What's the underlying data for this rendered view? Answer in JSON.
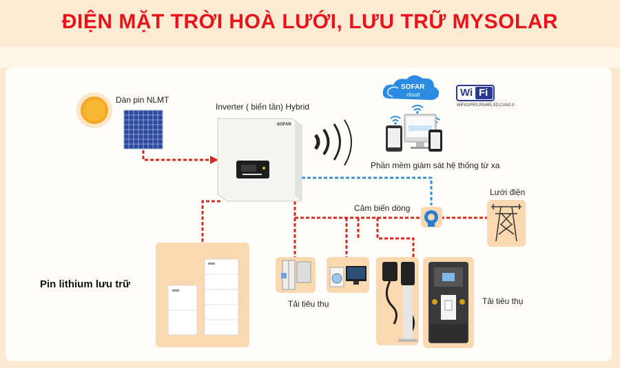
{
  "title": "ĐIỆN MẶT TRỜI HOÀ LƯỚI, LƯU TRỮ MYSOLAR",
  "labels": {
    "solar_panel": "Dàn pin NLMT",
    "inverter": "Inverter ( biến tần) Hybrid",
    "monitoring": "Phần mềm giám sát hệ thống từ xa",
    "grid": "Lưới điện",
    "current_sensor": "Cảm biến dòng",
    "battery": "Pin lithium lưu trữ",
    "load_left": "Tải tiêu thụ",
    "load_right": "Tải tiêu thụ"
  },
  "cloud": {
    "brand": "SOFAR",
    "sub": "cloud"
  },
  "wifi": {
    "text_left": "Wi",
    "text_right": "Fi",
    "caption": "WiFi/GPRS,RS485,SD,CAN2.0"
  },
  "inverter_brand": "SOFAR",
  "colors": {
    "title": "#e8131b",
    "ac_line": "#d42a1f",
    "pv_line": "#d42a1f",
    "comm_line": "#3a8fd1",
    "tile": "#fbd9b0"
  }
}
